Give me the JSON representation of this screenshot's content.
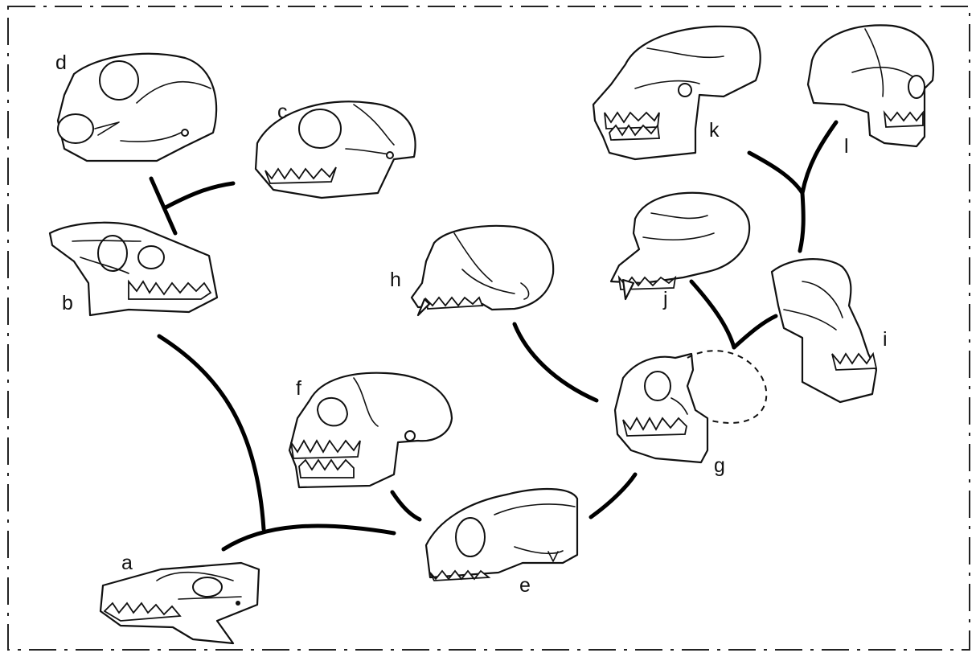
{
  "figure": {
    "labels": {
      "a": "a",
      "b": "b",
      "c": "c",
      "d": "d",
      "e": "e",
      "f": "f",
      "g": "g",
      "h": "h",
      "i": "i",
      "j": "j",
      "k": "k",
      "l": "l"
    },
    "colors": {
      "ink": "#111111",
      "background": "#ffffff"
    }
  }
}
